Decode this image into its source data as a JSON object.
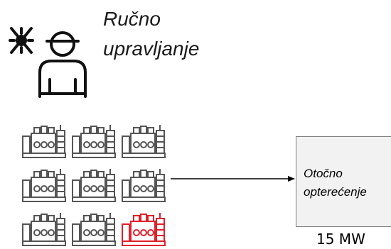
{
  "operator": {
    "label": "Ručno\nupravljanje",
    "icon": "operator-manual-control-icon"
  },
  "generators": {
    "icon": "generator-set-icon",
    "units": [
      {
        "status": "normal"
      },
      {
        "status": "normal"
      },
      {
        "status": "normal"
      },
      {
        "status": "normal"
      },
      {
        "status": "normal"
      },
      {
        "status": "normal"
      },
      {
        "status": "normal"
      },
      {
        "status": "normal"
      },
      {
        "status": "fault"
      }
    ],
    "colors": {
      "normal": "#555555",
      "fault": "#e0202a"
    }
  },
  "load": {
    "label": "Otočno\nopterećenje",
    "power": "15 MW"
  }
}
